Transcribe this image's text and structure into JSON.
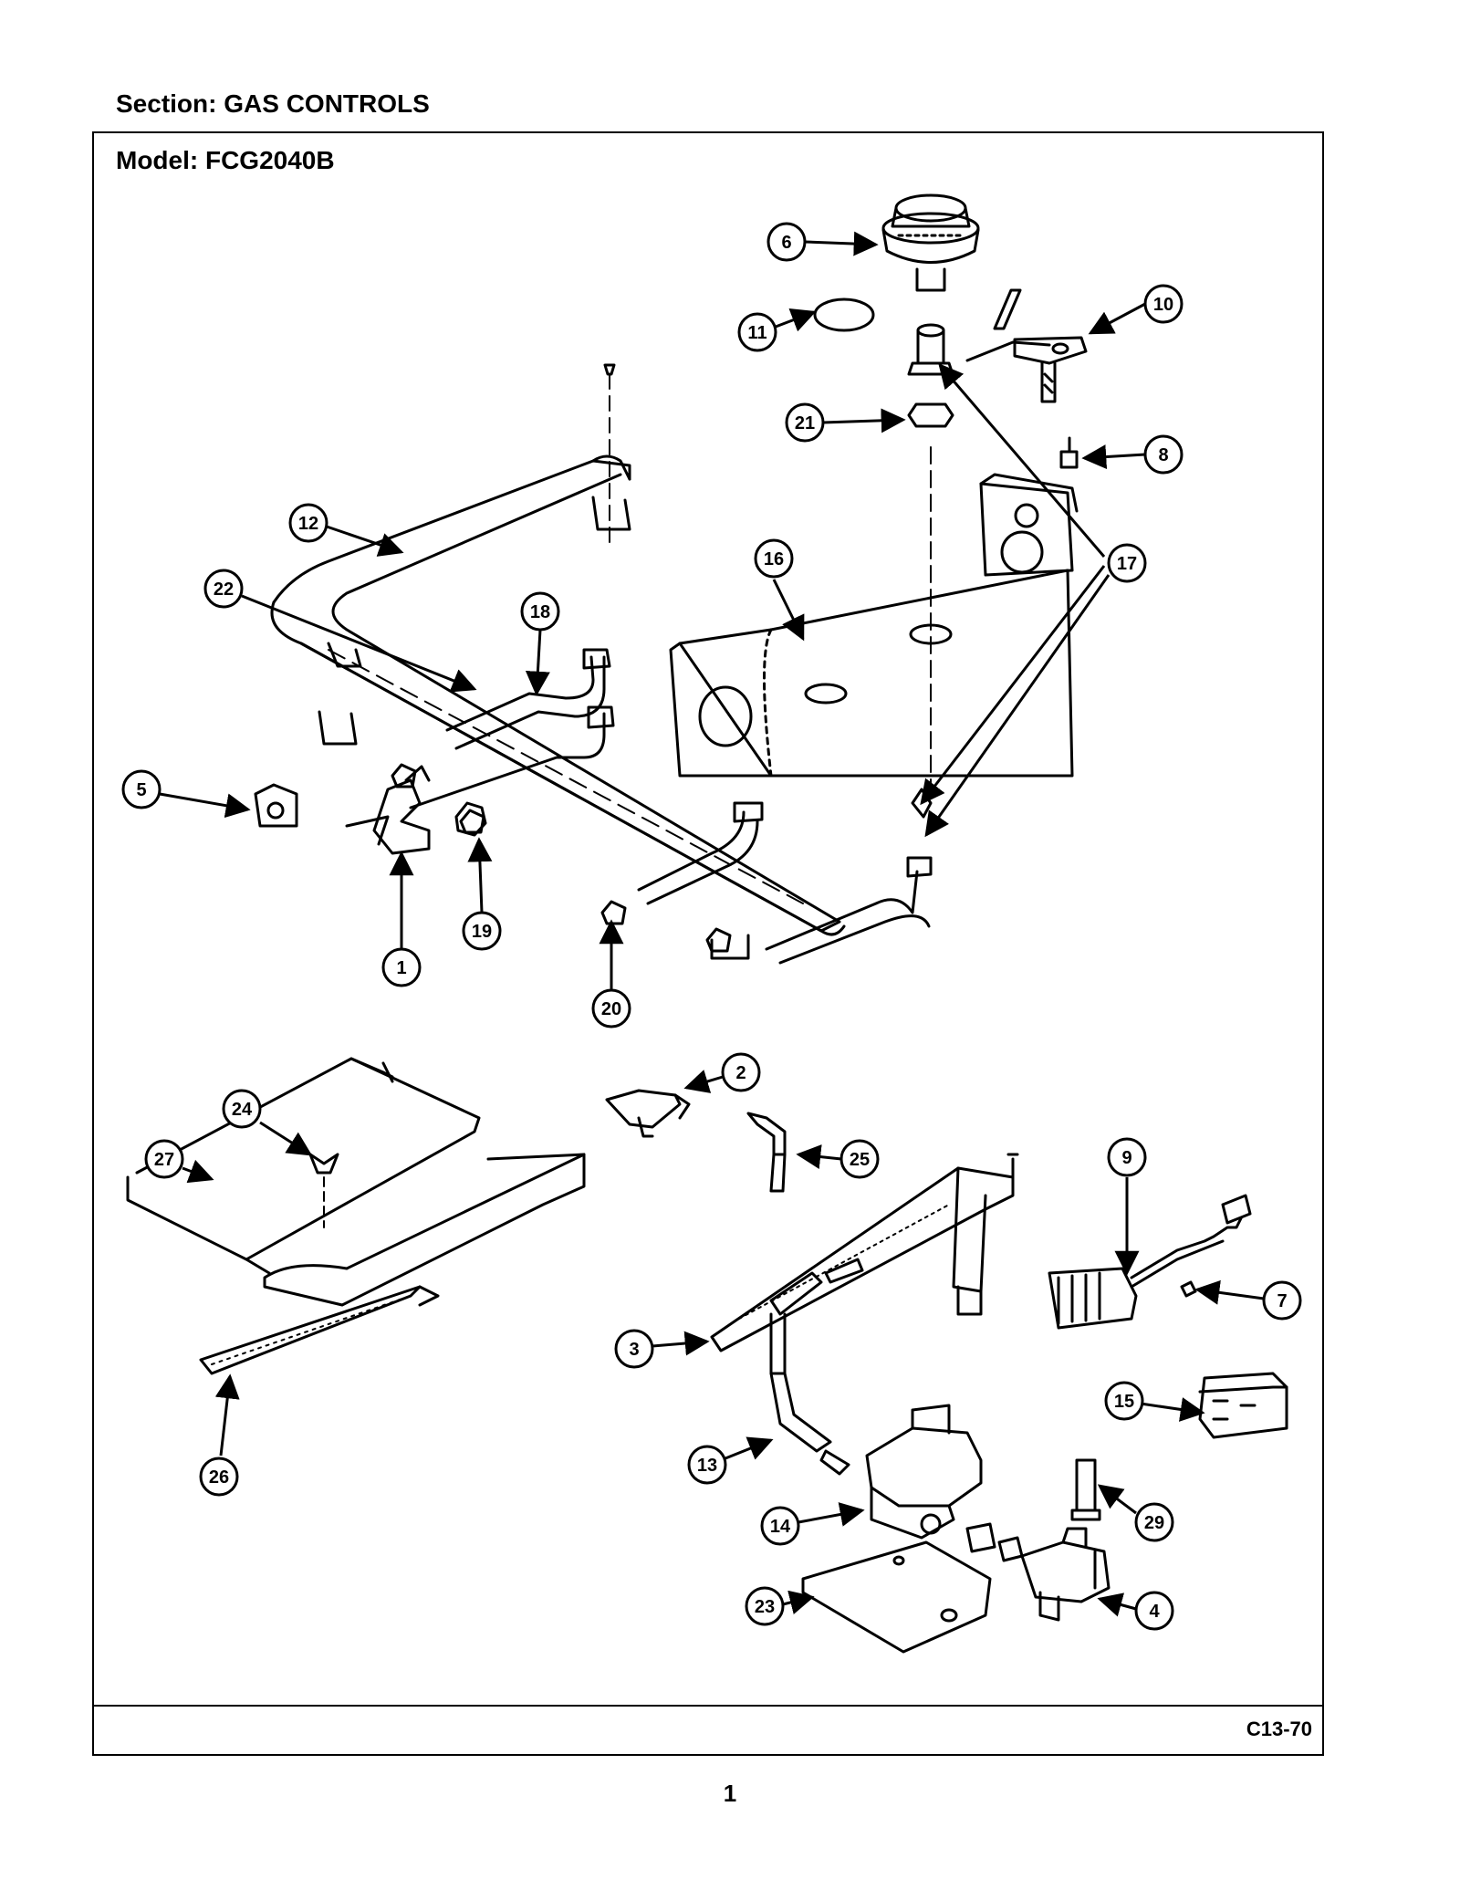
{
  "header": {
    "section_label": "Section:  GAS CONTROLS",
    "model_label": "Model:  FCG2040B"
  },
  "footer": {
    "doc_code": "C13-70",
    "page_number": "1"
  },
  "callouts": [
    {
      "id": "6",
      "label": "6"
    },
    {
      "id": "11",
      "label": "11"
    },
    {
      "id": "10",
      "label": "10"
    },
    {
      "id": "21",
      "label": "21"
    },
    {
      "id": "8",
      "label": "8"
    },
    {
      "id": "12",
      "label": "12"
    },
    {
      "id": "16",
      "label": "16"
    },
    {
      "id": "17",
      "label": "17"
    },
    {
      "id": "22",
      "label": "22"
    },
    {
      "id": "18",
      "label": "18"
    },
    {
      "id": "5",
      "label": "5"
    },
    {
      "id": "19",
      "label": "19"
    },
    {
      "id": "1",
      "label": "1"
    },
    {
      "id": "20",
      "label": "20"
    },
    {
      "id": "2",
      "label": "2"
    },
    {
      "id": "24",
      "label": "24"
    },
    {
      "id": "27",
      "label": "27"
    },
    {
      "id": "25",
      "label": "25"
    },
    {
      "id": "9",
      "label": "9"
    },
    {
      "id": "7",
      "label": "7"
    },
    {
      "id": "3",
      "label": "3"
    },
    {
      "id": "15",
      "label": "15"
    },
    {
      "id": "26",
      "label": "26"
    },
    {
      "id": "13",
      "label": "13"
    },
    {
      "id": "29",
      "label": "29"
    },
    {
      "id": "14",
      "label": "14"
    },
    {
      "id": "23",
      "label": "23"
    },
    {
      "id": "4",
      "label": "4"
    }
  ]
}
